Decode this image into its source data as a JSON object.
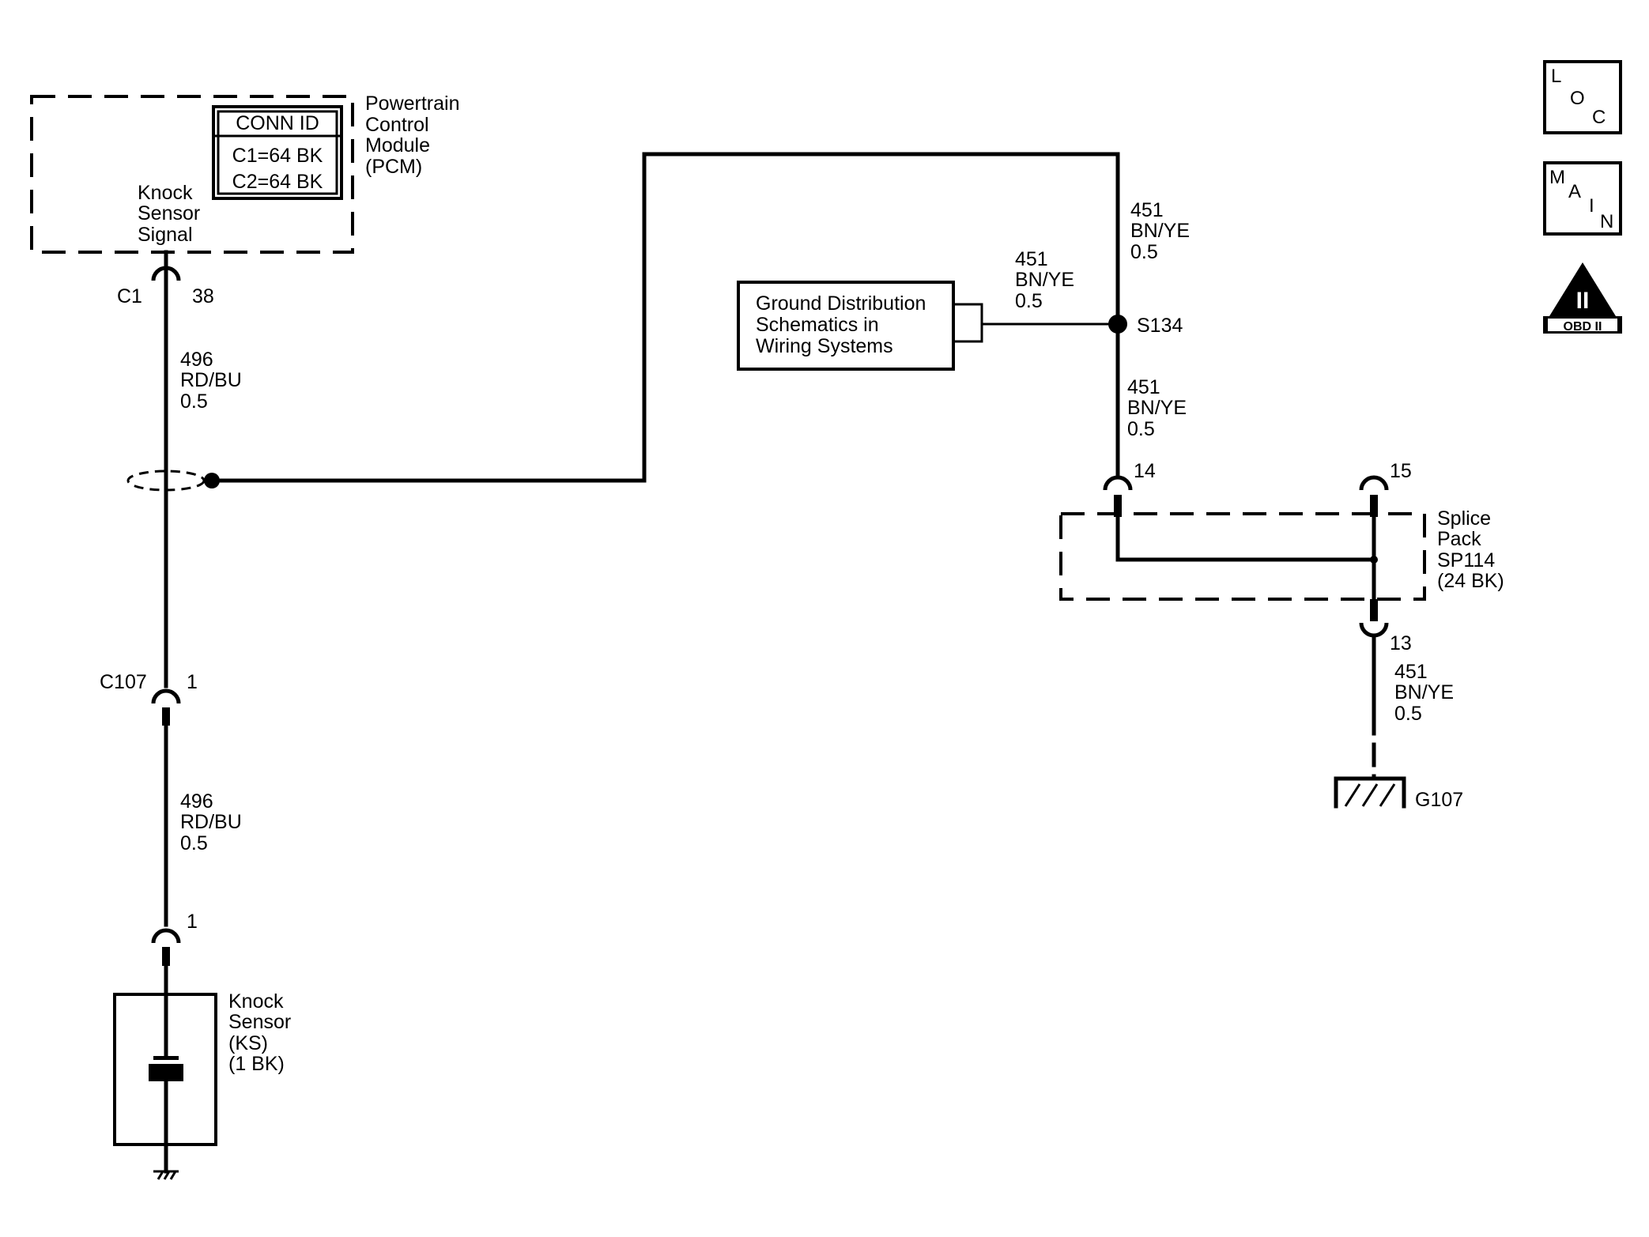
{
  "pcm": {
    "name_lines": [
      "Powertrain",
      "Control",
      "Module",
      "(PCM)"
    ],
    "conn_id_title": "CONN ID",
    "conn_rows": [
      "C1=64 BK",
      "C2=64 BK"
    ],
    "signal_lines": [
      "Knock",
      "Sensor",
      "Signal"
    ],
    "connector": "C1",
    "pin": "38"
  },
  "wire_upper": {
    "circuit": "496",
    "color": "RD/BU",
    "size": "0.5"
  },
  "inline_connector": {
    "name": "C107",
    "pin": "1"
  },
  "wire_lower": {
    "circuit": "496",
    "color": "RD/BU",
    "size": "0.5"
  },
  "knock_sensor": {
    "pin": "1",
    "label_lines": [
      "Knock",
      "Sensor",
      "(KS)",
      "(1 BK)"
    ]
  },
  "ground_dist": {
    "lines": [
      "Ground Distribution",
      "Schematics in",
      "Wiring Systems"
    ]
  },
  "wire_top_right": {
    "circuit": "451",
    "color": "BN/YE",
    "size": "0.5"
  },
  "wire_to_ground_dist": {
    "circuit": "451",
    "color": "BN/YE",
    "size": "0.5"
  },
  "splice": {
    "name": "S134"
  },
  "wire_mid_right": {
    "circuit": "451",
    "color": "BN/YE",
    "size": "0.5"
  },
  "splice_pack": {
    "label_lines": [
      "Splice",
      "Pack",
      "SP114",
      "(24 BK)"
    ],
    "pin_a": "14",
    "pin_b": "15",
    "pin_c": "13"
  },
  "wire_bottom_right": {
    "circuit": "451",
    "color": "BN/YE",
    "size": "0.5"
  },
  "ground": {
    "name": "G107"
  },
  "nav": {
    "loc": [
      "L",
      "O",
      "C"
    ],
    "main": [
      "M",
      "A",
      "I",
      "N"
    ],
    "obd_roman": "II",
    "obd_text": "OBD II"
  }
}
